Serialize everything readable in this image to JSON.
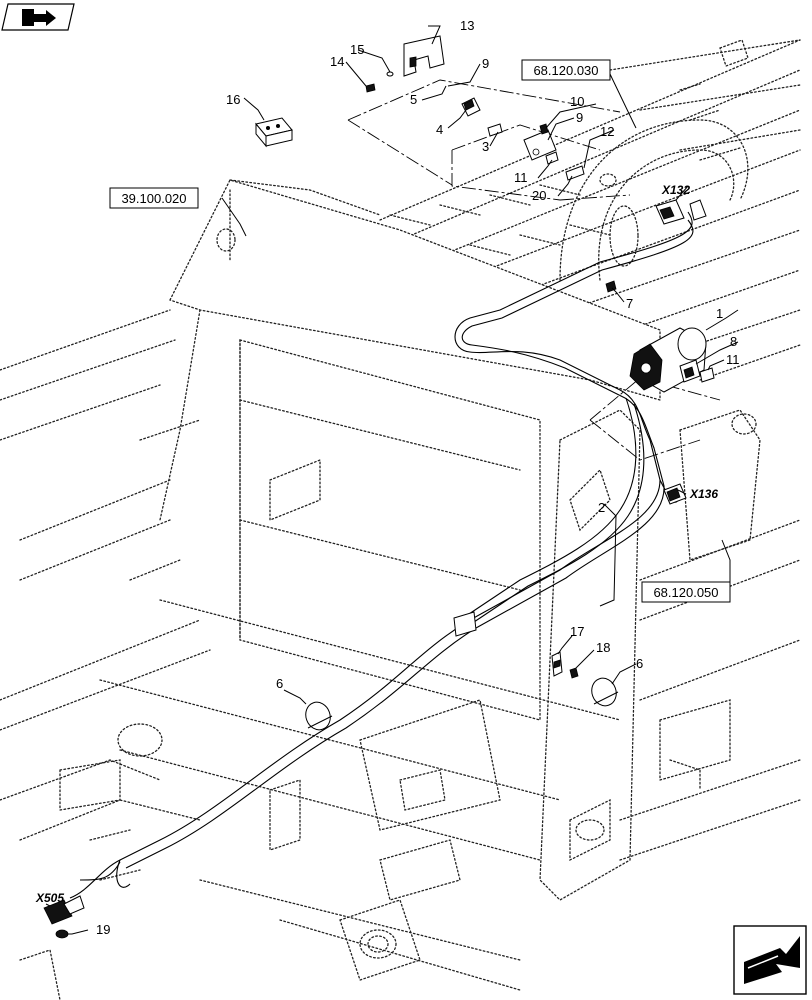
{
  "diagram": {
    "reference_boxes": [
      {
        "id": "ref-68-120-030",
        "text": "68.120.030"
      },
      {
        "id": "ref-39-100-020",
        "text": "39.100.020"
      },
      {
        "id": "ref-68-120-050",
        "text": "68.120.050"
      }
    ],
    "connector_labels": {
      "x132": "X132",
      "x136": "X136",
      "x505": "X505"
    },
    "callouts": {
      "c1": "1",
      "c2": "2",
      "c3": "3",
      "c4": "4",
      "c5": "5",
      "c6a": "6",
      "c6b": "6",
      "c7": "7",
      "c8": "8",
      "c9a": "9",
      "c9b": "9",
      "c10": "10",
      "c11a": "11",
      "c11b": "11",
      "c12": "12",
      "c13": "13",
      "c14": "14",
      "c15": "15",
      "c16": "16",
      "c17": "17",
      "c18": "18",
      "c19": "19",
      "c20": "20"
    },
    "icons": {
      "top_left": "parts-catalog-arrow-icon",
      "bottom_right": "next-page-arrow-icon"
    }
  }
}
